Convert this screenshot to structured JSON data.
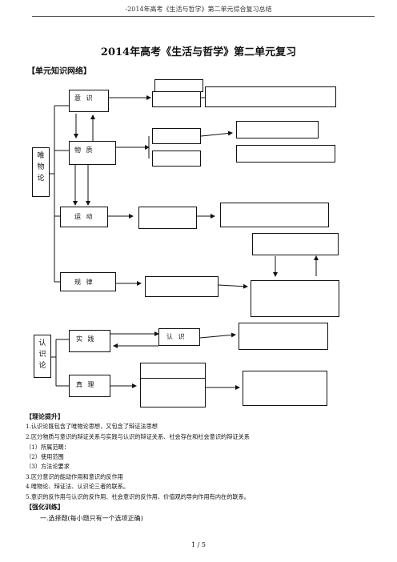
{
  "header": "-2014年高考《生活与哲学》第二单元综合复习总结",
  "title": "2014年高考《生活与哲学》第二单元复习",
  "section_network": "【单元知识网络】",
  "diagram": {
    "weiwulun": "唯物论",
    "renshilun": "认识论",
    "yishi": "意 识",
    "wuzhi": "物 质",
    "yundong": "运  动",
    "guilv": "规 律",
    "shijian": "实 践",
    "renshi": "认  识",
    "zhenli": "真  理"
  },
  "section_theory": "【理论提升】",
  "theory": [
    "1.认识论既包含了唯物论思想，又包含了辩证法思想",
    "2.区分物质与意识的辩证关系与实践与认识的辩证关系、社会存在和社会意识的辩证关系",
    "（1）所属范畴：",
    "（2）使用范围",
    "（3）方法论要求",
    "3.区分意识的能动作用和意识的反作用",
    "4.唯物论、辩证法、认识论三者的联系。",
    "5.意识的反作用与认识的反作用、社会意识的反作用、价值观的导向作用有内在的联系。"
  ],
  "section_training": "【强化训练】",
  "training_intro": "一.选择题(每小题只有一个选项正确)",
  "page_number": "1 / 5"
}
